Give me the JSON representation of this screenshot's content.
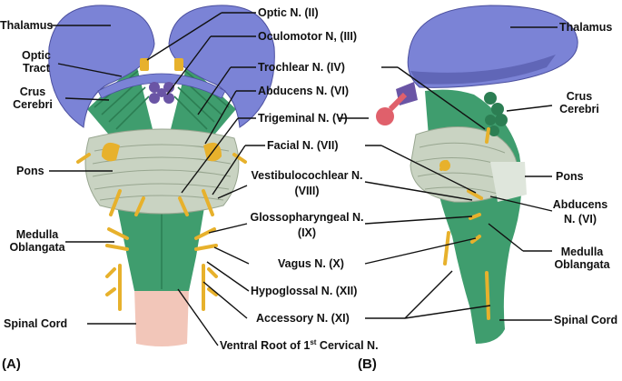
{
  "colors": {
    "thalamus": "#7b83d6",
    "green": "#3f9d6e",
    "green_dark": "#2c7e53",
    "pons": "#c9d3c2",
    "nerve": "#e7b12c",
    "cord": "#f2c6b9",
    "vessel_red": "#e0606b",
    "purple": "#6a55a5",
    "line": "#111111"
  },
  "panels": {
    "a": "(A)",
    "b": "(B)"
  },
  "left_labels": {
    "thalamus": "Thalamus",
    "optic_tract_1": "Optic",
    "optic_tract_2": "Tract",
    "crus_1": "Crus",
    "crus_2": "Cerebri",
    "pons": "Pons",
    "medulla_1": "Medulla",
    "medulla_2": "Oblangata",
    "spinal_cord": "Spinal Cord"
  },
  "center_labels": {
    "optic": "Optic N. (II)",
    "oculomotor": "Oculomotor N, (III)",
    "trochlear": "Trochlear N. (IV)",
    "abducens": "Abducens N. (VI)",
    "trigeminal": "Trigeminal N. (V)",
    "facial": "Facial N. (VII)",
    "vestibulo_1": "Vestibulocochlear N.",
    "vestibulo_2": "(VIII)",
    "glosso_1": "Glossopharyngeal N.",
    "glosso_2": "(IX)",
    "vagus": "Vagus N. (X)",
    "hypoglossal": "Hypoglossal N. (XII)",
    "accessory": "Accessory N. (XI)",
    "ventral_pre": "Ventral Root of 1",
    "ventral_sup": "st",
    "ventral_post": " Cervical N."
  },
  "right_labels": {
    "thalamus": "Thalamus",
    "crus_1": "Crus",
    "crus_2": "Cerebri",
    "pons": "Pons",
    "abducens_1": "Abducens",
    "abducens_2": "N. (VI)",
    "medulla_1": "Medulla",
    "medulla_2": "Oblangata",
    "spinal_cord": "Spinal Cord"
  }
}
